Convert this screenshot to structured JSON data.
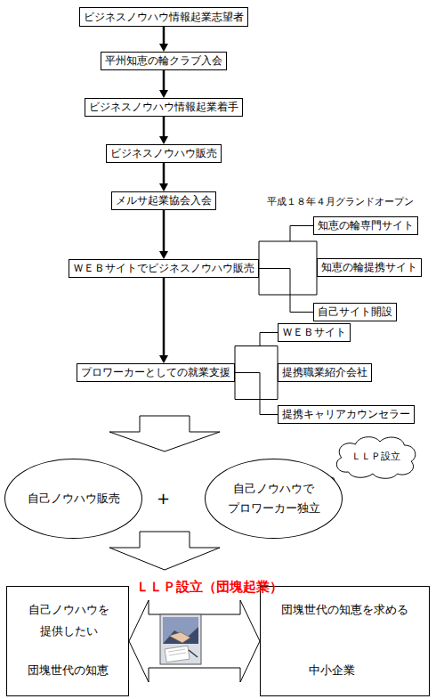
{
  "diagram": {
    "nodes": [
      {
        "text": [
          "ビジネスノウハウ情報起業志望者"
        ]
      },
      {
        "text": [
          "平州知恵の輪クラブ入会"
        ]
      },
      {
        "text": [
          "ビジネスノウハウ情報起業着手"
        ]
      },
      {
        "text": [
          "ビジネスノウハウ販売"
        ]
      },
      {
        "text": [
          "メルサ起業協会入会"
        ]
      },
      {
        "text": [
          "ＷＥＢサイトでビジネスノウハウ販売"
        ]
      },
      {
        "text": [
          "知恵の輪専門サイト"
        ]
      },
      {
        "text": [
          "知恵の輪提携サイト"
        ]
      },
      {
        "text": [
          "自己サイト開設"
        ]
      },
      {
        "text": [
          "プロワーカーとしての就業支援"
        ]
      },
      {
        "text": [
          "ＷＥＢサイト"
        ]
      },
      {
        "text": [
          "提携職業紹介会社"
        ]
      },
      {
        "text": [
          "提携キャリアカウンセラー"
        ]
      },
      {
        "text": [
          "自己ノウハウ販売"
        ]
      },
      {
        "text": [
          "自己ノウハウで プロワーカー独立"
        ]
      },
      {
        "text": [
          "ＬＬＰ設立"
        ]
      },
      {
        "text": [
          "自己ノウハウを 提供したい",
          "団塊世代の知恵"
        ]
      },
      {
        "text": [
          "団塊世代の知恵を求める",
          "中小企業"
        ]
      }
    ],
    "edges": [
      {
        "from": 0,
        "to": 1,
        "arrow": "to"
      },
      {
        "from": 1,
        "to": 2,
        "arrow": "to"
      },
      {
        "from": 2,
        "to": 3,
        "arrow": "to"
      },
      {
        "from": 3,
        "to": 4,
        "arrow": "to"
      },
      {
        "from": 4,
        "to": 5,
        "arrow": "to"
      },
      {
        "from": 5,
        "to": 6,
        "arrow": "none"
      },
      {
        "from": 5,
        "to": 7,
        "arrow": "none"
      },
      {
        "from": 5,
        "to": 8,
        "arrow": "none"
      },
      {
        "from": 5,
        "to": 9,
        "arrow": "to"
      },
      {
        "from": 9,
        "to": 10,
        "arrow": "none"
      },
      {
        "from": 9,
        "to": 11,
        "arrow": "none"
      },
      {
        "from": 9,
        "to": 12,
        "arrow": "none"
      },
      {
        "from": 16,
        "to": 17,
        "arrow": "both"
      }
    ],
    "labels": [
      "平成１８年４月グランドオープン",
      "+",
      "ＬＬＰ設立（団塊起業）"
    ]
  }
}
